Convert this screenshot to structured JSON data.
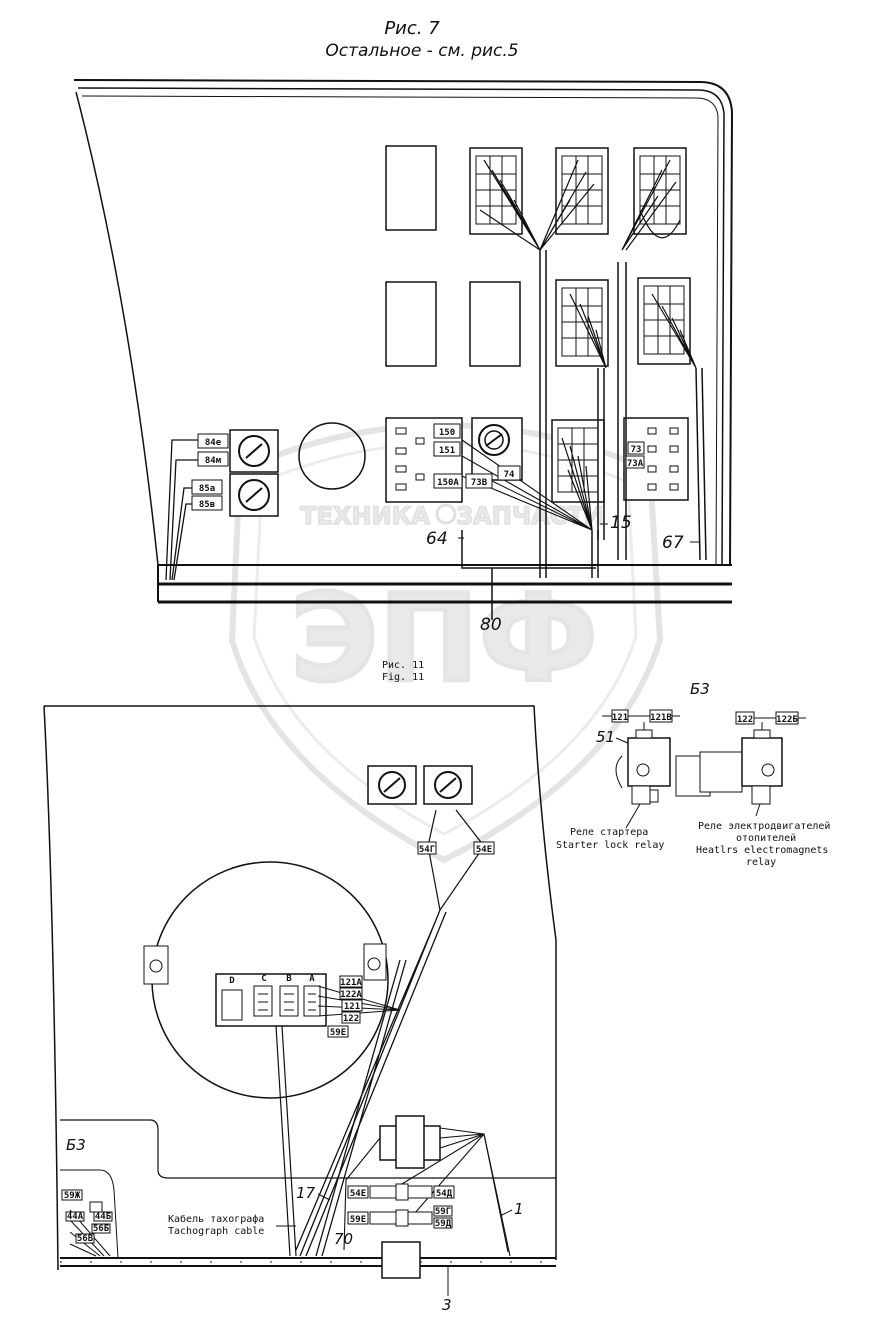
{
  "title": {
    "line1": "Рис. 7",
    "line2": "Остальное - см. рис.5"
  },
  "watermark": {
    "logo_text": "ЭПФ",
    "left": "ТЕХНИКА",
    "right": "ЗАПЧАСТИ"
  },
  "top_panel": {
    "callouts": {
      "c64": "64",
      "c15": "15",
      "c67": "67",
      "c80": "80"
    },
    "tags": {
      "t84e": "84е",
      "t84m": "84м",
      "t85a": "85а",
      "t85v": "85в",
      "t150": "150",
      "t151": "151",
      "t150a": "150А",
      "t73v": "73В",
      "t74": "74",
      "t73": "73",
      "t73a": "73А"
    },
    "fig_ref_line1": "Рис. 11",
    "fig_ref_line2": "Fig. 11"
  },
  "relays": {
    "block_label": "Б3",
    "callout_51": "51",
    "tags": {
      "t121": "121",
      "t121b": "121В",
      "t122": "122",
      "t122b": "122Б"
    },
    "starter_ru": "Реле стартера",
    "starter_en": "Starter lock relay",
    "heater_ru_1": "Реле электродвигателей",
    "heater_ru_2": "отопителей",
    "heater_en_1": "Heatlrs electromagnets",
    "heater_en_2": "relay"
  },
  "bottom_panel": {
    "block_label": "Б3",
    "callouts": {
      "c17": "17",
      "c70": "70",
      "c1": "1",
      "c3": "3"
    },
    "tags": {
      "t54g": "54Г",
      "t54e_top": "54Е",
      "t121a": "121А",
      "t122a": "122А",
      "t121": "121",
      "t122": "122",
      "t59e_conn": "59Е",
      "t54e": "54Е",
      "t54d": "54Д",
      "t59e": "59Е",
      "t59g": "59Г",
      "t59d": "59Д",
      "t59zh": "59Ж",
      "t44a": "44А",
      "t44b": "44Б",
      "t56b": "56Б",
      "t56v": "56В"
    },
    "connector_cols": {
      "d": "D",
      "c": "C",
      "b": "B",
      "a": "A"
    },
    "tacho_ru": "Кабель тахографа",
    "tacho_en": "Tachograph cable"
  }
}
